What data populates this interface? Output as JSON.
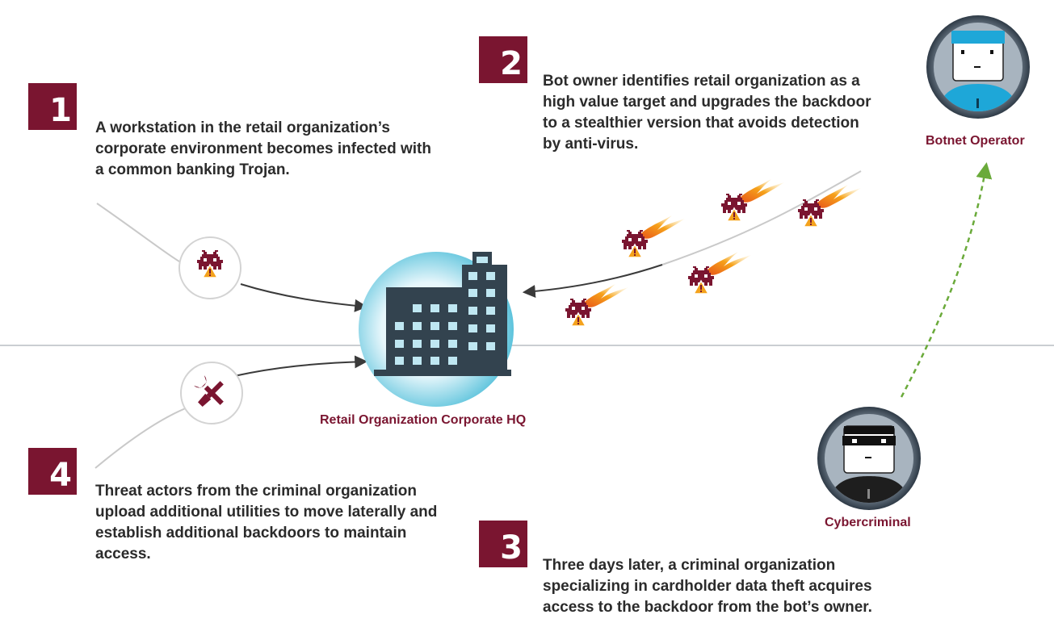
{
  "steps": [
    {
      "number": "1",
      "text": "A workstation in the retail organization’s corporate environment becomes infected with a common banking Trojan."
    },
    {
      "number": "2",
      "text": "Bot owner identifies retail organization as a high value target and upgrades the backdoor to a stealthier version that avoids detection by anti-virus."
    },
    {
      "number": "3",
      "text": "Three days later, a criminal organization specializing in cardholder data theft acquires access to the backdoor from the bot’s owner."
    },
    {
      "number": "4",
      "text": "Threat actors from the criminal organization upload additional utilities to move laterally and establish additional backdoors to maintain access."
    }
  ],
  "labels": {
    "hq": "Retail Organization Corporate HQ",
    "botnet_operator": "Botnet Operator",
    "cybercriminal": "Cybercriminal"
  },
  "icons": {
    "infection": "space-invader-icon",
    "tools": "wrench-screwdriver-icon",
    "warning": "warning-triangle-icon",
    "building": "building-icon",
    "operator": "person-avatar-icon",
    "criminal": "masked-person-avatar-icon"
  },
  "colors": {
    "accent": "#7a1530",
    "text": "#2b2b2b",
    "arrow": "#3a3a3a",
    "dashed_arrow": "#6aaa3a",
    "building": "#33434f",
    "building_glow": "#5cc3dc",
    "operator_shirt": "#1ea7d8",
    "flame": "#f6a21a"
  }
}
